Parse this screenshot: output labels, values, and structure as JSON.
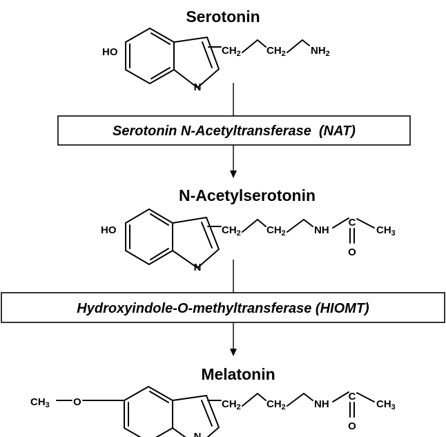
{
  "diagram": {
    "molecules": [
      {
        "name": "Serotonin",
        "left_group": "HO",
        "ring_nitrogen": "N",
        "chain": [
          {
            "text": "CH",
            "sub": "2"
          },
          {
            "text": "CH",
            "sub": "2"
          },
          {
            "text": "NH",
            "sub": "2"
          }
        ]
      },
      {
        "name": "N-Acetylserotonin",
        "left_group": "HO",
        "ring_nitrogen": "N",
        "chain": [
          {
            "text": "CH",
            "sub": "2"
          },
          {
            "text": "CH",
            "sub": "2"
          },
          {
            "text": "NH",
            "sub": ""
          },
          {
            "text": "C",
            "sub": ""
          },
          {
            "text": "CH",
            "sub": "3"
          }
        ],
        "carbonyl_oxygen": "O"
      },
      {
        "name": "Melatonin",
        "left_group": "CH3",
        "left_group_parts": {
          "text": "CH",
          "sub": "3"
        },
        "ether_oxygen": "O",
        "ring_nitrogen": "N",
        "chain": [
          {
            "text": "CH",
            "sub": "2"
          },
          {
            "text": "CH",
            "sub": "2"
          },
          {
            "text": "NH",
            "sub": ""
          },
          {
            "text": "C",
            "sub": ""
          },
          {
            "text": "CH",
            "sub": "3"
          }
        ],
        "carbonyl_oxygen": "O"
      }
    ],
    "enzymes": [
      {
        "label": "Serotonin N-Acetyltransferase  (NAT)"
      },
      {
        "label": "Hydroxyindole-O-methyltransferase (HIOMT)"
      }
    ]
  }
}
